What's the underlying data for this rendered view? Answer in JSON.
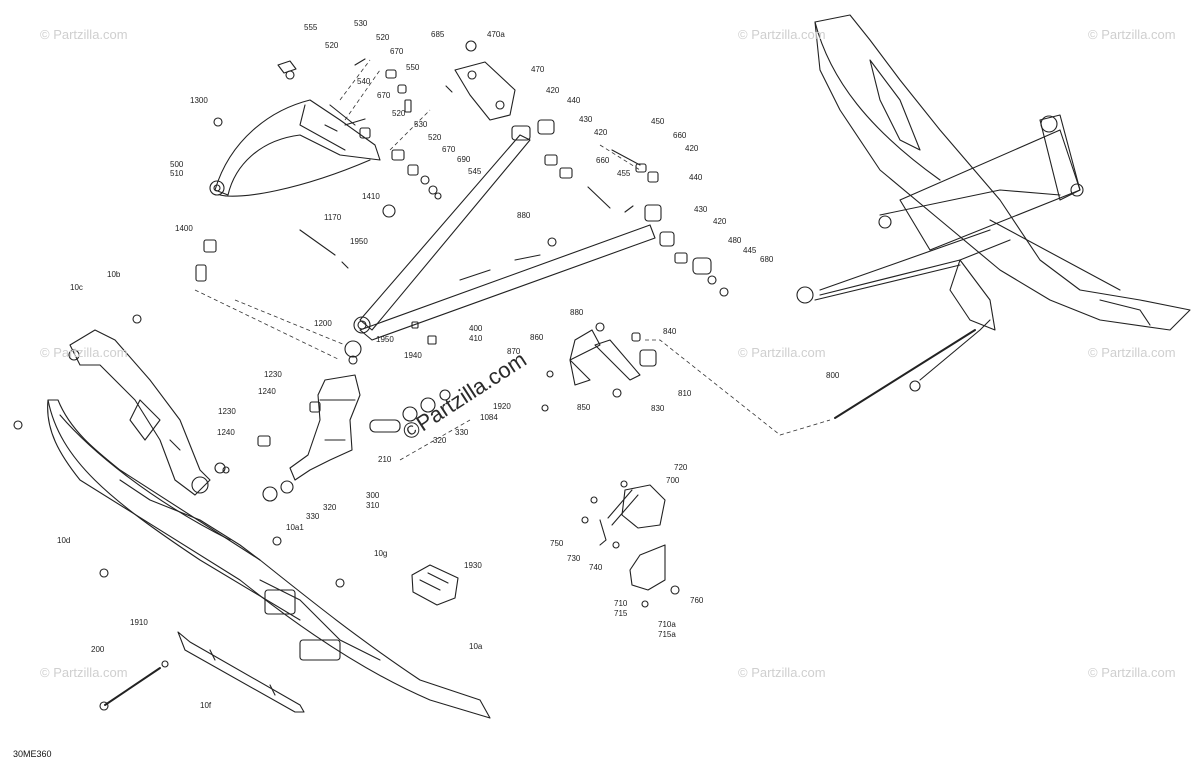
{
  "diagram": {
    "code": "30ME360",
    "watermark_center": "©Partzilla.com",
    "watermark_small": "© Partzilla.com",
    "callouts": [
      "555",
      "520",
      "530",
      "520",
      "670",
      "550",
      "685",
      "470a",
      "470",
      "540",
      "670",
      "520",
      "1300",
      "530",
      "520",
      "670",
      "690",
      "545",
      "500",
      "510",
      "1410",
      "1170",
      "1950",
      "1400",
      "420",
      "440",
      "430",
      "420",
      "450",
      "660",
      "420",
      "660",
      "455",
      "880",
      "440",
      "430",
      "420",
      "480",
      "445",
      "680",
      "10b",
      "10c",
      "1200",
      "1950",
      "1940",
      "400",
      "410",
      "880",
      "860",
      "870",
      "840",
      "810",
      "850",
      "830",
      "1230",
      "1240",
      "1230",
      "1240",
      "1920",
      "1084",
      "330",
      "320",
      "210",
      "300",
      "310",
      "320",
      "330",
      "10a1",
      "10d",
      "10g",
      "1930",
      "720",
      "700",
      "750",
      "730",
      "740",
      "710",
      "715",
      "710a",
      "715a",
      "760",
      "1910",
      "200",
      "10a",
      "10f",
      "800"
    ]
  }
}
